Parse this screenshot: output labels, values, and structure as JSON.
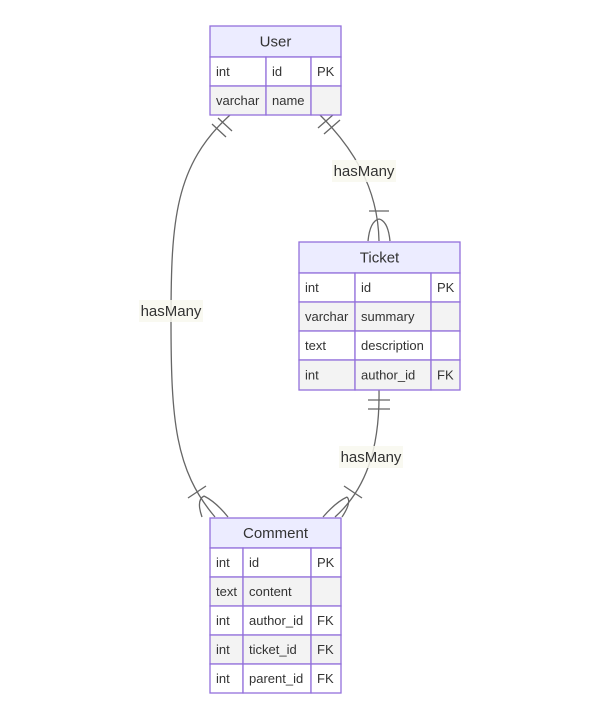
{
  "diagram": {
    "colors": {
      "border": "#9370DB",
      "header_fill": "#ECECFF",
      "row_fill_odd": "#FFFFFF",
      "row_fill_even": "#F3F3F3",
      "line": "#666666",
      "label_bg": "#F8F8EE",
      "text": "#333333"
    },
    "entities": [
      {
        "id": "user",
        "name": "User",
        "attributes": [
          {
            "type": "int",
            "name": "id",
            "key": "PK"
          },
          {
            "type": "varchar",
            "name": "name",
            "key": ""
          }
        ]
      },
      {
        "id": "ticket",
        "name": "Ticket",
        "attributes": [
          {
            "type": "int",
            "name": "id",
            "key": "PK"
          },
          {
            "type": "varchar",
            "name": "summary",
            "key": ""
          },
          {
            "type": "text",
            "name": "description",
            "key": ""
          },
          {
            "type": "int",
            "name": "author_id",
            "key": "FK"
          }
        ]
      },
      {
        "id": "comment",
        "name": "Comment",
        "attributes": [
          {
            "type": "int",
            "name": "id",
            "key": "PK"
          },
          {
            "type": "text",
            "name": "content",
            "key": ""
          },
          {
            "type": "int",
            "name": "author_id",
            "key": "FK"
          },
          {
            "type": "int",
            "name": "ticket_id",
            "key": "FK"
          },
          {
            "type": "int",
            "name": "parent_id",
            "key": "FK"
          }
        ]
      }
    ],
    "relationships": [
      {
        "id": "user-ticket",
        "from": "user",
        "to": "ticket",
        "label": "hasMany",
        "from_card": "exactly-one",
        "to_card": "one-or-many"
      },
      {
        "id": "user-comment",
        "from": "user",
        "to": "comment",
        "label": "hasMany",
        "from_card": "exactly-one",
        "to_card": "one-or-many"
      },
      {
        "id": "ticket-comment",
        "from": "ticket",
        "to": "comment",
        "label": "hasMany",
        "from_card": "exactly-one",
        "to_card": "one-or-many"
      }
    ]
  }
}
